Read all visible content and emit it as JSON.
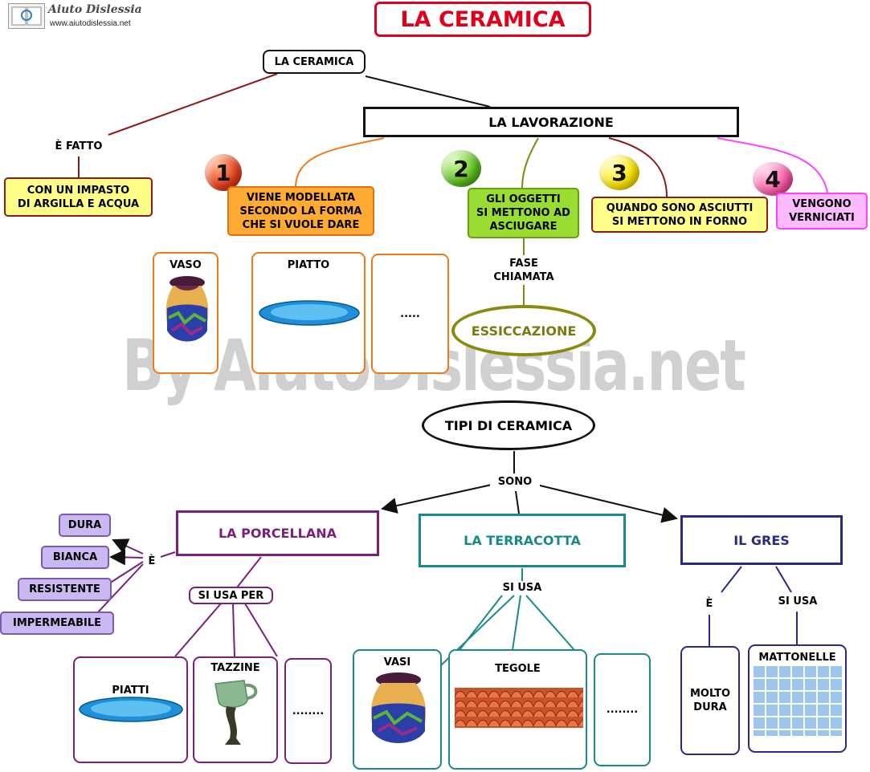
{
  "logo": {
    "name": "Aiuto Dislessia",
    "url": "www.aiutodislessia.net"
  },
  "title": "LA CERAMICA",
  "watermark": "By AiutoDislessia.net",
  "top_node": "LA CERAMICA",
  "e_fatto": {
    "link": "È FATTO",
    "text_1": "CON UN IMPASTO",
    "text_2": "DI ARGILLA E ACQUA"
  },
  "lavorazione": "LA LAVORAZIONE",
  "steps": [
    {
      "number": "1",
      "lines": [
        "VIENE MODELLATA",
        "SECONDO LA FORMA",
        "CHE SI VUOLE DARE"
      ]
    },
    {
      "number": "2",
      "lines": [
        "GLI OGGETTI",
        "SI METTONO AD",
        "ASCIUGARE"
      ]
    },
    {
      "number": "3",
      "lines": [
        "QUANDO SONO ASCIUTTI",
        "SI METTONO IN FORNO"
      ]
    },
    {
      "number": "4",
      "lines": [
        "VENGONO",
        "VERNICIATI"
      ]
    }
  ],
  "fase": {
    "line_1": "FASE",
    "line_2": "CHIAMATA"
  },
  "essiccazione": "ESSICCAZIONE",
  "examples_top": {
    "vaso": "VASO",
    "piatto": "PIATTO",
    "more": "....."
  },
  "tipi": "TIPI DI CERAMICA",
  "sono": "SONO",
  "porcellana": {
    "title": "LA PORCELLANA",
    "e": "È",
    "properties": [
      "DURA",
      "BIANCA",
      "RESISTENTE",
      "IMPERMEABILE"
    ],
    "si_usa_per": "SI USA PER",
    "items": {
      "piatti": "PIATTI",
      "tazzine": "TAZZINE",
      "more": "........"
    }
  },
  "terracotta": {
    "title": "LA TERRACOTTA",
    "si_usa": "SI USA",
    "items": {
      "vasi": "VASI",
      "tegole": "TEGOLE",
      "more": "........"
    }
  },
  "gres": {
    "title": "IL GRES",
    "e": "È",
    "si_usa": "SI USA",
    "molto_1": "MOLTO",
    "molto_2": "DURA",
    "mattonelle": "MATTONELLE"
  },
  "colors": {
    "title_red": "#e0001b",
    "orange": "#f07a1a",
    "green": "#8ec31f",
    "yellow": "#ffff66",
    "pink": "#ff66ff",
    "porcellana": "#7b1f7e",
    "terracotta": "#1a8a87",
    "gres": "#2a2a85",
    "lavender": "#c9b8f2",
    "olive": "#8a8a10"
  }
}
